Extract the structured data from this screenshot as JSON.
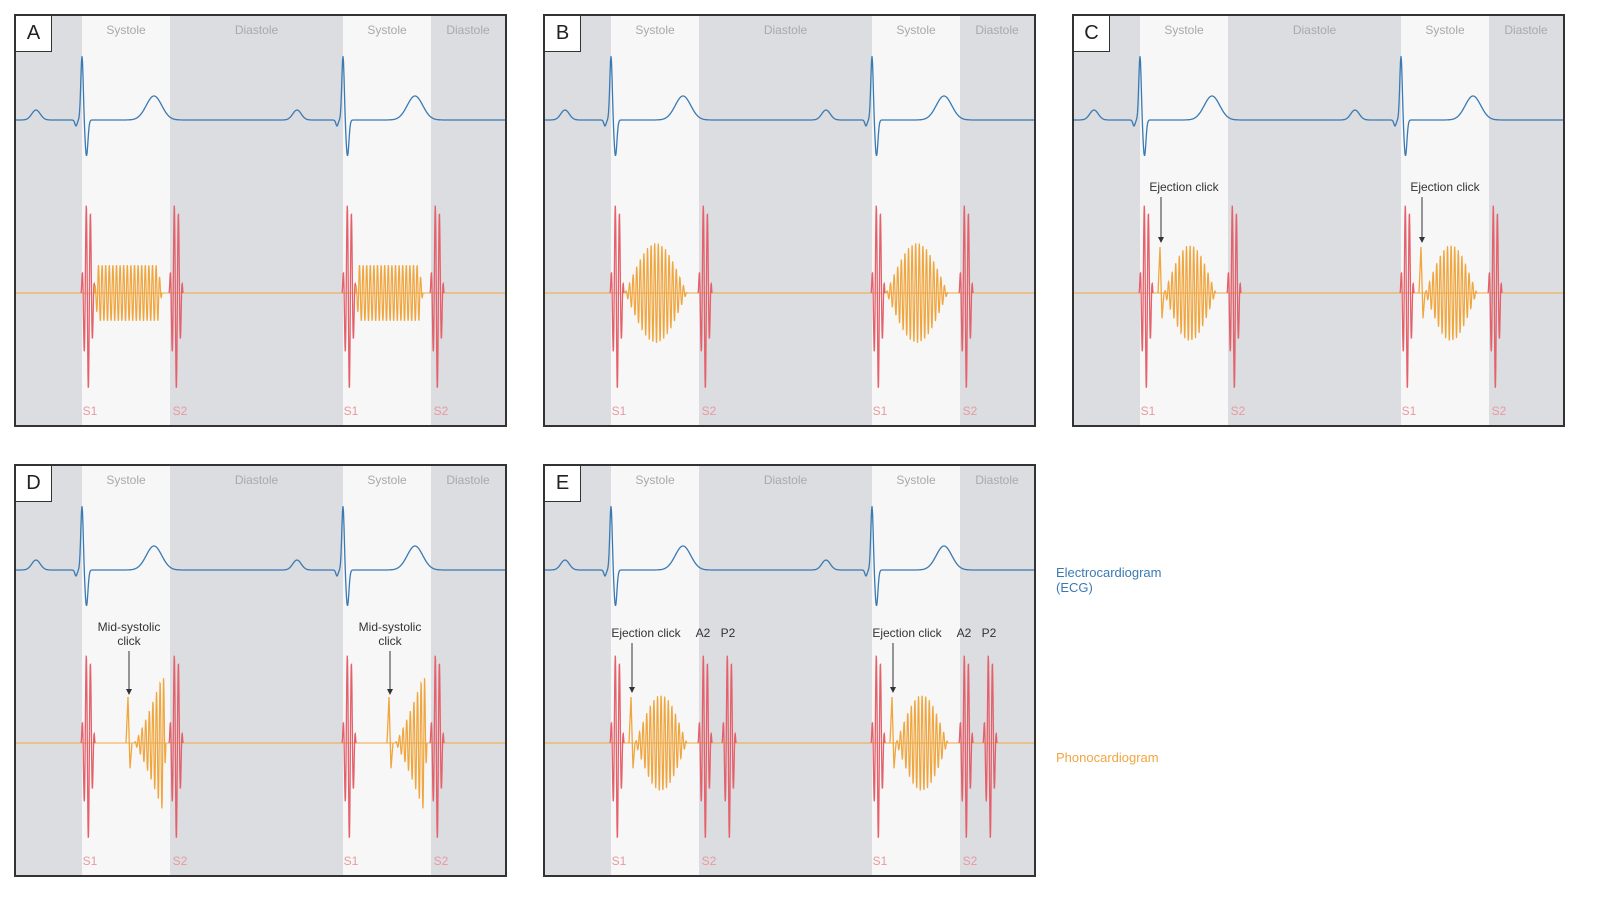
{
  "colors": {
    "ecg": "#3a7ab3",
    "murmur": "#f0a63f",
    "heart_sound": "#e4606a",
    "systole_bg": "#f7f7f7",
    "diastole_bg": "#dcdde1",
    "phase_label": "#a9a9a9",
    "sound_label": "#e79aa0",
    "annotation": "#333333"
  },
  "labels": {
    "systole": "Systole",
    "diastole": "Diastole",
    "s1": "S1",
    "s2": "S2"
  },
  "legend": {
    "ecg_line1": "Electrocardiogram",
    "ecg_line2": "(ECG)",
    "pcg": "Phonocardiogram"
  },
  "panels": [
    {
      "letter": "A",
      "murmur": "plateau",
      "annotation": [],
      "split": false
    },
    {
      "letter": "B",
      "murmur": "diamond",
      "annotation": [],
      "split": false
    },
    {
      "letter": "C",
      "murmur": "diamond_click",
      "annotation": [
        "Ejection click"
      ],
      "split": false
    },
    {
      "letter": "D",
      "murmur": "crescendo_click",
      "annotation": [
        "Mid-systolic",
        "click"
      ],
      "split": false
    },
    {
      "letter": "E",
      "murmur": "diamond_click",
      "annotation": [
        "Ejection click"
      ],
      "split": true,
      "split_labels": [
        "A2",
        "P2"
      ]
    }
  ]
}
